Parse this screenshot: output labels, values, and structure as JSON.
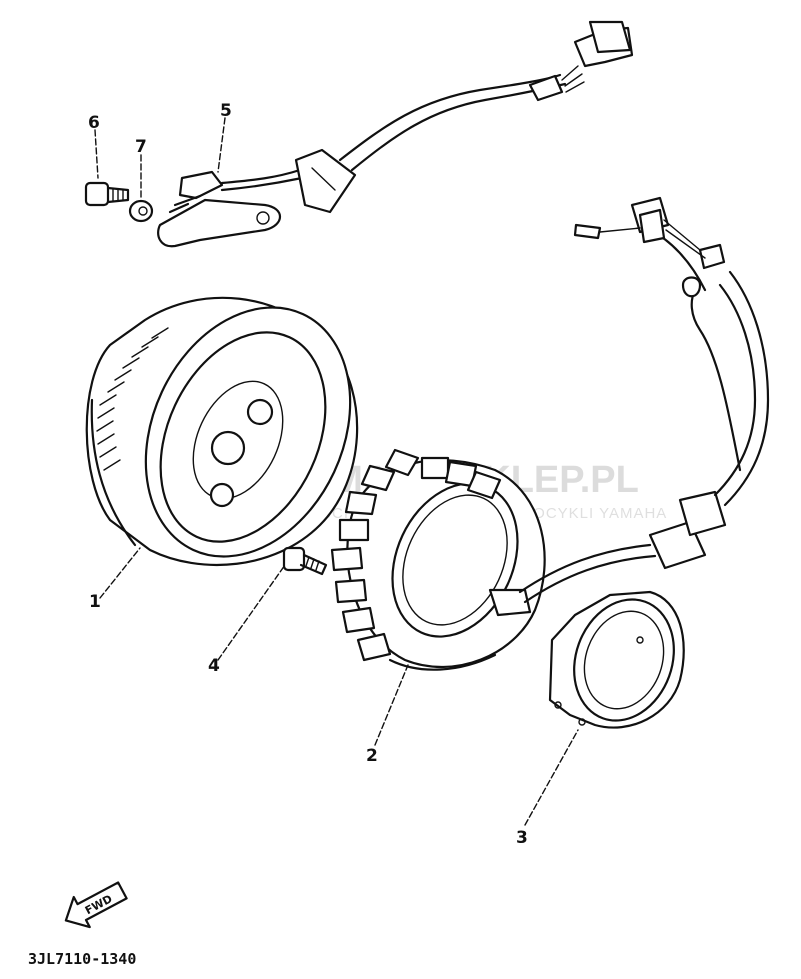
{
  "callouts": [
    {
      "id": "1",
      "label": "1"
    },
    {
      "id": "2",
      "label": "2"
    },
    {
      "id": "3",
      "label": "3"
    },
    {
      "id": "4",
      "label": "4"
    },
    {
      "id": "5",
      "label": "5"
    },
    {
      "id": "6",
      "label": "6"
    },
    {
      "id": "7",
      "label": "7"
    }
  ],
  "fwd_arrow_text": "FWD",
  "diagram_code": "3JL7110-1340",
  "watermark": {
    "title": "YAMAHA-SKLEP.PL",
    "subtitle": "CZĘŚCI ORYGINALNE DO MOTOCYKLI YAMAHA",
    "logo_color": "#e89a9a"
  }
}
